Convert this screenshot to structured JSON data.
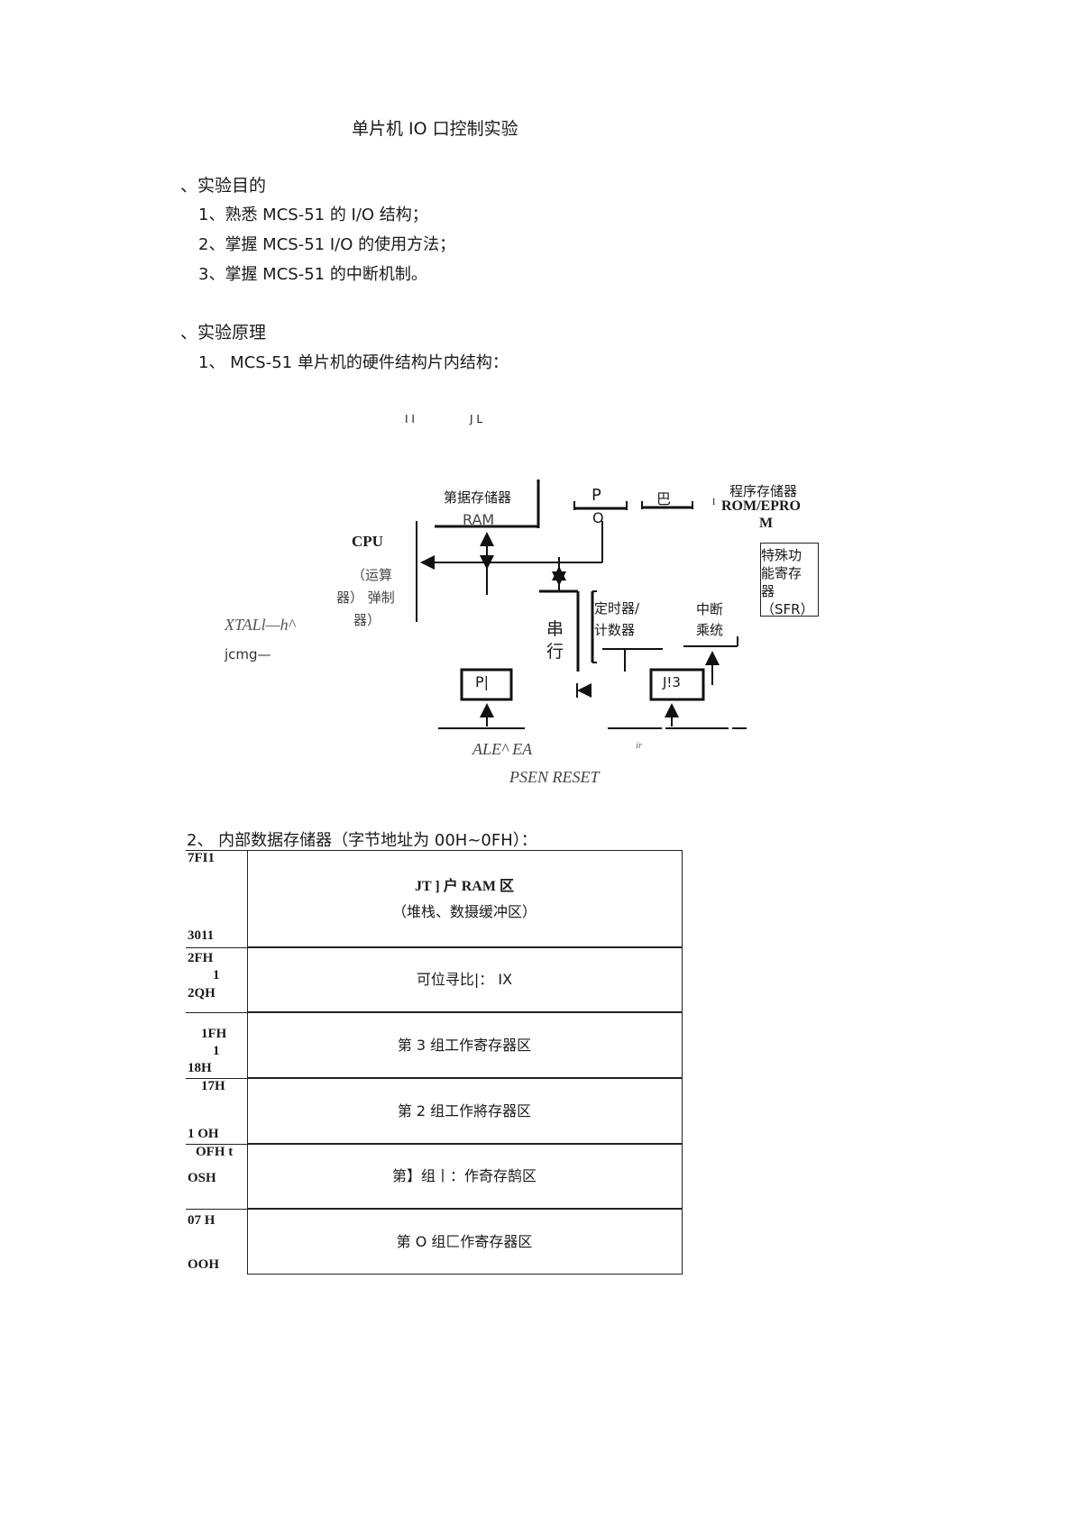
{
  "doc": {
    "title": "单片机  IO 口控制实验",
    "sections": [
      {
        "heading": "、实验目的",
        "items": [
          "1、熟悉 MCS-51 的 I/O 结构；",
          "2、掌握 MCS-51 I/O 的使用方法；",
          "3、掌握  MCS-51 的中断机制。"
        ]
      },
      {
        "heading": "、实验原理",
        "items": [
          "1、  MCS-51 单片机的硬件结构片内结构："
        ]
      }
    ],
    "section2_item2": "2、  内部数据存储器（字节地址为  00H~0FH）："
  },
  "diagram": {
    "top_ii": "I I",
    "top_jl": "J L",
    "ram_line1": "第据存储器",
    "ram_line2": "RAM",
    "p_letter": "P",
    "o_letter": "O",
    "ba": "巴",
    "rom_line1": "程序存储器",
    "rom_line2": "ROM/EPRO",
    "rom_line3": "M",
    "rom_bar": "I",
    "cpu": "CPU",
    "cpu_l2": "（运算",
    "cpu_l3": "器）  弹制",
    "cpu_l4": "器）",
    "xtal": "XTALl—h^",
    "jcmg": "jcmg—",
    "sfr1": "特殊功",
    "sfr2": "能寄存",
    "sfr3": "器",
    "sfr4": "（SFR）",
    "serial1": "串",
    "serial2": "行",
    "timer1": "定时器/",
    "timer2": "计数器",
    "int1": "中断",
    "int2": "乘统",
    "pi_box": "P|",
    "j3_box": "J!3",
    "ir": "ir",
    "ale": "ALE^ EA",
    "psen": "PSEN RESET"
  },
  "memory_table": {
    "rows": [
      {
        "addr_top": "7FI1",
        "addr_mid": "",
        "addr_bot": "3011",
        "main": "JT ] 户 RAM 区",
        "sub": "（堆栈、数摄缓冲区）"
      },
      {
        "addr_top": "2FH",
        "addr_mid": "1",
        "addr_bot": "2QH",
        "main": "可位寻比|：  IX",
        "sub": ""
      },
      {
        "addr_top": "1FH",
        "addr_mid": "1",
        "addr_bot": "18H",
        "main": "第  3 组工作寄存器区",
        "sub": ""
      },
      {
        "addr_top": "17H",
        "addr_mid": "",
        "addr_bot": "1 OH",
        "main": "第 2 组工作將存器区",
        "sub": ""
      },
      {
        "addr_top": "OFH t",
        "addr_mid": "",
        "addr_bot": "OSH",
        "main": "第】组丨：作奇存鹄区",
        "sub": ""
      },
      {
        "addr_top": "07 H",
        "addr_mid": "",
        "addr_bot": "OOH",
        "main": "第 O 组匚作寄存器区",
        "sub": ""
      }
    ]
  }
}
